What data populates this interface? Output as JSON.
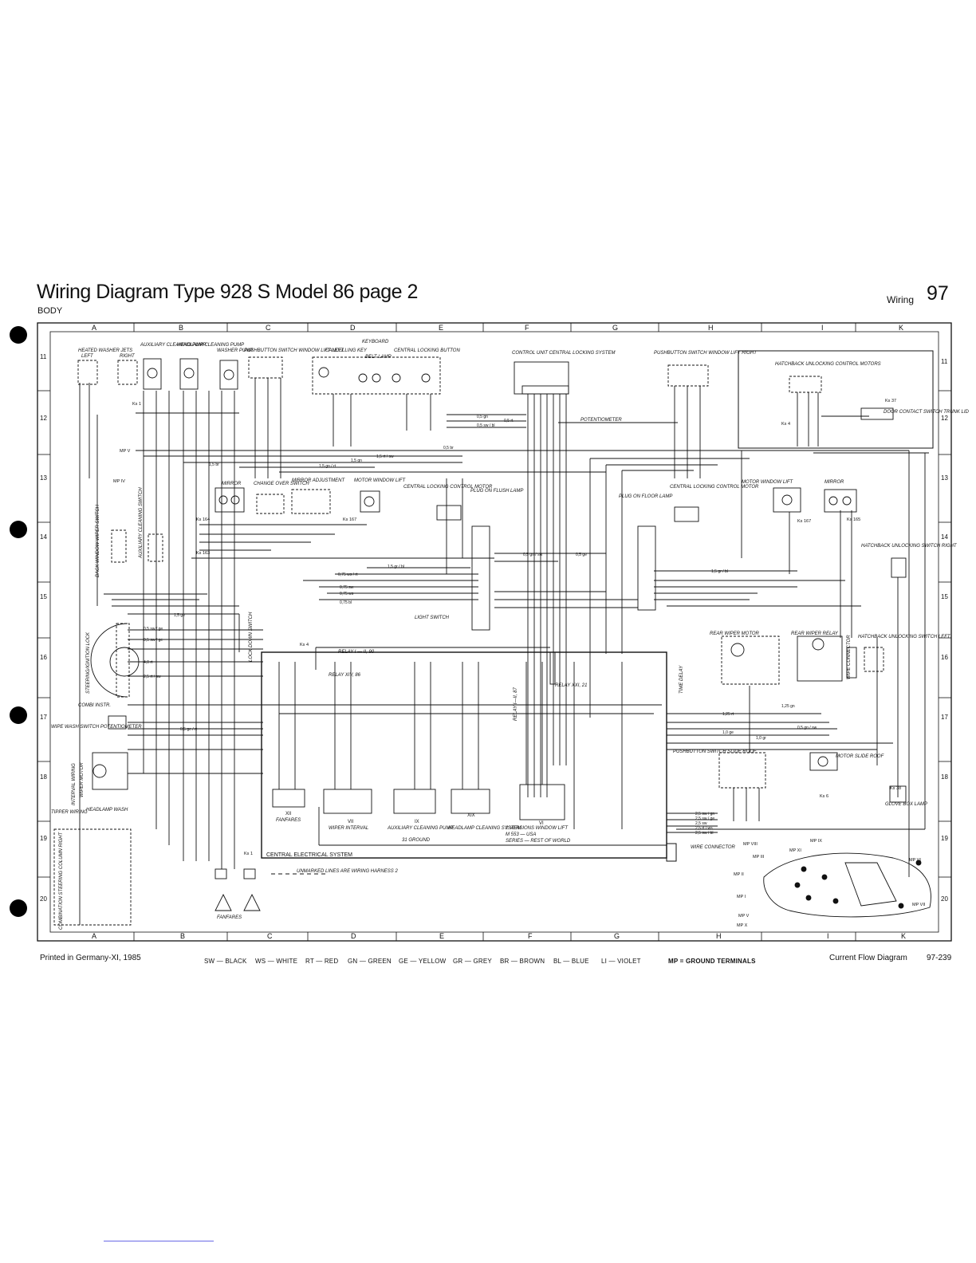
{
  "header": {
    "title": "Wiring Diagram Type 928 S Model 86 page 2",
    "subtitle": "BODY",
    "section": "Wiring",
    "page_number": "97"
  },
  "grid": {
    "columns": [
      "A",
      "B",
      "C",
      "D",
      "E",
      "F",
      "G",
      "H",
      "I",
      "K"
    ],
    "rows": [
      "11",
      "12",
      "13",
      "14",
      "15",
      "16",
      "17",
      "18",
      "19",
      "20"
    ]
  },
  "components": {
    "heated_washer_jets": "HEATED WASHER JETS",
    "left": "LEFT",
    "right": "RIGHT",
    "aux_cleaning_pump": "AUXILIARY CLEANING PUMP",
    "headlamp_cleaning_pump": "HEADLAMP CLEANING PUMP",
    "washer_pump": "WASHER PUMP",
    "pushbutton_window_left": "PUSHBUTTON SWITCH WINDOW LIFT LEFT",
    "keyboard": "KEYBOARD",
    "cancelling_key": "CANCELLING KEY",
    "central_locking_button": "CENTRAL LOCKING BUTTON",
    "belt_lamp": "BELT LAMP",
    "control_unit_central_locking": "CONTROL UNIT CENTRAL LOCKING SYSTEM",
    "pushbutton_window_right": "PUSHBUTTON SWITCH WINDOW LIFT RIGHT",
    "hatchback_unlocking_motors": "HATCHBACK UNLOCKING CONTROL MOTORS",
    "door_contact": "DOOR CONTACT SWITCH TRUNK LID",
    "potentiometer": "POTENTIOMETER",
    "mirror_left": "MIRROR",
    "change_over_switch": "CHANGE OVER SWITCH",
    "mirror_adjustment": "MIRROR ADJUSTMENT",
    "motor_window_lift": "MOTOR WINDOW LIFT",
    "central_locking_motor": "CENTRAL LOCKING CONTROL MOTOR",
    "plug_on_flush_lamp": "PLUG ON FLUSH LAMP",
    "plug_on_floor_lamp": "PLUG ON FLOOR LAMP",
    "central_locking_motor_right": "CENTRAL LOCKING CONTROL MOTOR",
    "motor_window_lift_right": "MOTOR WINDOW LIFT",
    "mirror_right": "MIRROR",
    "hatchback_unlocking_switch_right": "HATCHBACK UNLOCKING SWITCH RIGHT",
    "back_window_wiper_switch": "BACK WINDOW WIPER SWITCH",
    "aux_cleaning_switch": "AUXILIARY CLEANING SWITCH",
    "steering_ignition_lock": "STEERING/IGNITION LOCK",
    "lock_down_switch": "LOCK DOWN SWITCH",
    "combi_instr": "COMBI INSTR.",
    "light_switch": "LIGHT SWITCH",
    "rear_wiper_motor": "REAR WIPER MOTOR",
    "rear_wiper_relay": "REAR WIPER RELAY",
    "hatchback_unlocking_switch_left": "HATCHBACK UNLOCKING SWITCH LEFT",
    "wipe_connector": "WIPE CONNECTOR",
    "time_delay": "TIME DELAY",
    "pushbutton_slide_roof": "PUSHBUTTON SWITCH SLIDE ROOF",
    "motor_slide_roof": "MOTOR SLIDE ROOF",
    "glove_box_lamp": "GLOVE BOX LAMP",
    "wipe_wash_switch": "WIPE WASH SWITCH POTENTIOMETER",
    "interval_wiring": "INTERVAL WIRING",
    "wiper_motor": "WIPER MOTOR",
    "tipper_wiring": "TIPPER WIRING",
    "headlamp_wash": "HEADLAMP WASH",
    "combi_steering_column": "COMBINATION STEERING COLUMN RIGHT",
    "fanfares": "FANFARES",
    "wiper_interval": "WIPER INTERVAL",
    "aux_cleaning_pump_relay": "AUXILIARY CLEANING PUMP",
    "headlamp_cleaning_system": "HEADLAMP CLEANING SYSTEM",
    "two_versions_window_lift": "2 VERSIONS WINDOW LIFT",
    "usa": "M 553 — USA",
    "rest_of_world": "SERIES — REST OF WORLD",
    "central_electrical_system": "CENTRAL ELECTRICAL SYSTEM",
    "wire_connector": "WIRE CONNECTOR",
    "unmarked_lines": "UNMARKED LINES ARE WIRING HARNESS 2",
    "ground": "31 GROUND",
    "relay_1": "RELAY I — II, 90",
    "relay_x": "RELAY XIV, 86",
    "relay_xxi": "RELAY XXI, 21",
    "relay_ii": "RELAY I—II, 87"
  },
  "relay_labels": [
    "XII",
    "VII",
    "IX",
    "XIX",
    "VI"
  ],
  "connectors": [
    "Ks 1",
    "Ks 37",
    "Ks 4",
    "Ks 164",
    "Ks 163",
    "Ks 167",
    "Ks 167",
    "Ks 165",
    "Ks 4",
    "Ks 6",
    "Ks 38",
    "Ks 1"
  ],
  "ground_points": [
    "MP V",
    "MP IV",
    "MP III",
    "MP II",
    "MP I",
    "MP X",
    "MP XI",
    "MP V",
    "MP VI",
    "MP VII",
    "MP VIII",
    "MP IX"
  ],
  "wire_labels": [
    "0,5 gn",
    "0,5 sw / bl",
    "0,5 rt",
    "1,5 br",
    "1,5 gn / rt",
    "1,5 gn",
    "1,5 rt / sw",
    "0,5 br",
    "0,75 ws / rt",
    "0,75 sw",
    "0,75 ws",
    "0,75 bl",
    "0,5 gn / sw",
    "0,5 ge",
    "1,5 gr / bl",
    "1,5 gr / bl",
    "1,25 rt",
    "1,25 gn",
    "1,0 ge",
    "1,0 gr",
    "0,5 gn / sw",
    "2,5 sw / gn",
    "2,5 sw / ge",
    "2,5 sw",
    "2,5 rt / ws",
    "2,5 sw / bl",
    "1,5 ge",
    "0,5 sw / ge",
    "4,0 rt",
    "2,5 rt / sw",
    "0,5 sw / ge",
    "0,5 ge / rt"
  ],
  "footer": {
    "printed": "Printed in Germany-XI, 1985",
    "flow": "Current Flow Diagram",
    "code": "97-239"
  },
  "legend": [
    "SW — BLACK",
    "WS — WHITE",
    "RT — RED",
    "GN — GREEN",
    "GE — YELLOW",
    "GR — GREY",
    "BR — BROWN",
    "BL — BLUE",
    "LI — VIOLET",
    "MP = GROUND TERMINALS"
  ]
}
